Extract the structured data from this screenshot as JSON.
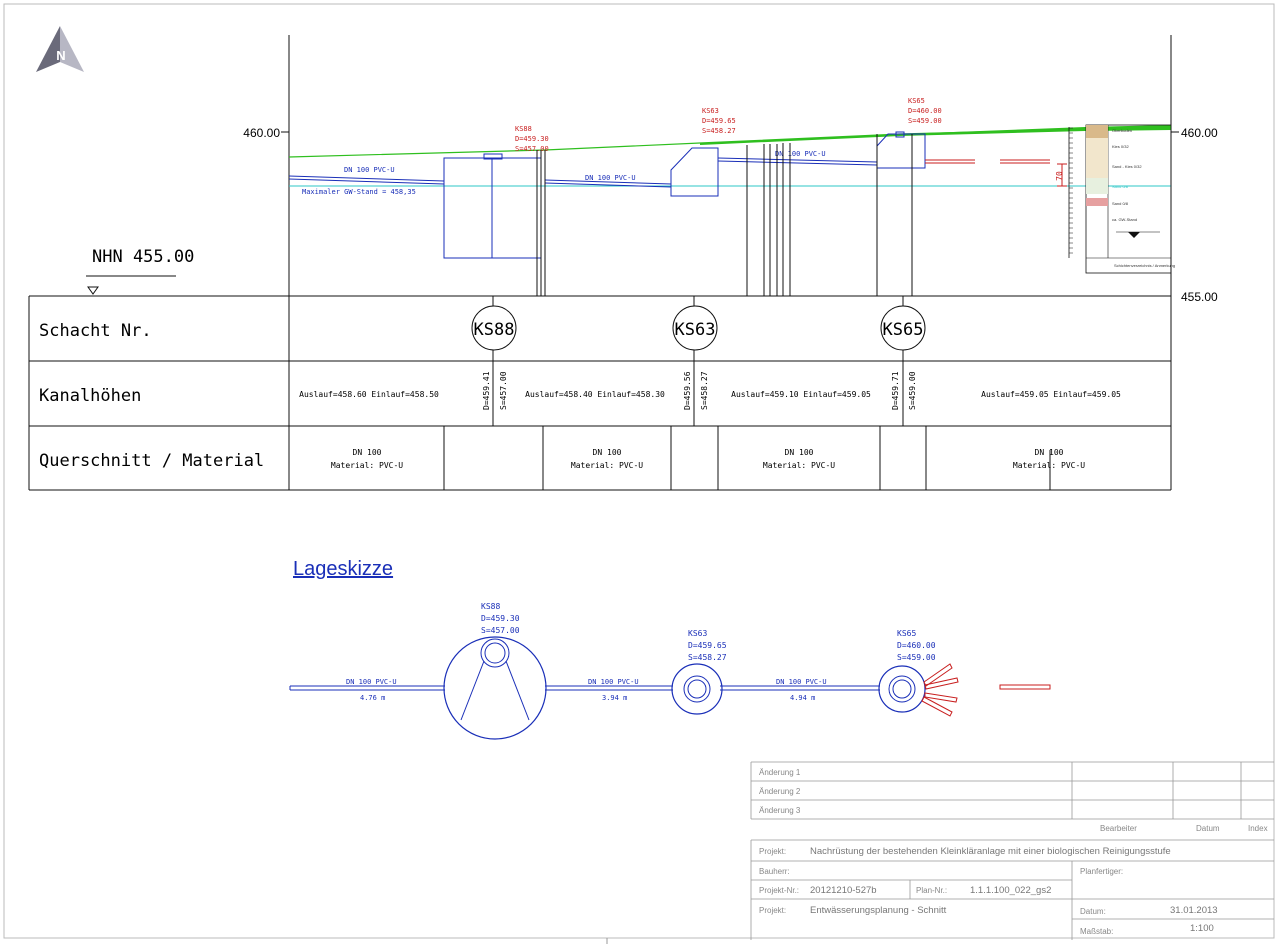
{
  "north_arrow": {
    "label": "N"
  },
  "profile": {
    "elevation_460_left": "460.00",
    "elevation_460_right": "460.00",
    "elevation_455_right": "455.00",
    "reference_level": "NHN 455.00",
    "groundwater_label": "Maximaler GW-Stand = 458,35",
    "pipe_labels": [
      "DN 100 PVC-U",
      "DN 100 PVC-U",
      "DN 100 PVC-U"
    ],
    "dimension_70": "70",
    "shafts": [
      {
        "name": "KS88",
        "d": "D=459.30",
        "s": "S=457.00"
      },
      {
        "name": "KS63",
        "d": "D=459.65",
        "s": "S=458.27"
      },
      {
        "name": "KS65",
        "d": "D=460.00",
        "s": "S=459.00"
      }
    ]
  },
  "soil_column": {
    "layers": [
      "Oberboden",
      "Kies 0/32",
      "Sand - Kies 0/32",
      "Sand 0/8",
      "Sand 0/8",
      "ca. GW-Stand",
      "Schichtenverzeichnis / Anmerkung"
    ]
  },
  "table": {
    "row_labels": [
      "Schacht Nr.",
      "Kanalhöhen",
      "Querschnitt / Material"
    ],
    "shaft_circles": [
      "KS88",
      "KS63",
      "KS65"
    ],
    "kanalhoehen": [
      "Auslauf=458.60 Einlauf=458.50",
      "Auslauf=458.40 Einlauf=458.30",
      "Auslauf=459.10 Einlauf=459.05",
      "Auslauf=459.05 Einlauf=459.05"
    ],
    "vertical_heights": [
      [
        "D=459.41",
        "S=457.00"
      ],
      [
        "D=459.56",
        "S=458.27"
      ],
      [
        "D=459.71",
        "S=459.00"
      ]
    ],
    "querschnitt": [
      {
        "dn": "DN 100",
        "material": "Material: PVC-U"
      },
      {
        "dn": "DN 100",
        "material": "Material: PVC-U"
      },
      {
        "dn": "DN 100",
        "material": "Material: PVC-U"
      },
      {
        "dn": "DN 100",
        "material": "Material: PVC-U"
      }
    ]
  },
  "lageskizze": {
    "title": "Lageskizze",
    "shafts": [
      {
        "name": "KS88",
        "d": "D=459.30",
        "s": "S=457.00"
      },
      {
        "name": "KS63",
        "d": "D=459.65",
        "s": "S=458.27"
      },
      {
        "name": "KS65",
        "d": "D=460.00",
        "s": "S=459.00"
      }
    ],
    "pipes": [
      {
        "label": "DN 100 PVC-U",
        "length": "4.76 m"
      },
      {
        "label": "DN 100 PVC-U",
        "length": "3.94 m"
      },
      {
        "label": "DN 100 PVC-U",
        "length": "4.94 m"
      }
    ]
  },
  "title_block": {
    "revisions": [
      "Änderung 1",
      "Änderung 2",
      "Änderung 3"
    ],
    "headers": {
      "bearbeiter": "Bearbeiter",
      "datum": "Datum",
      "index": "Index"
    },
    "projekt_label": "Projekt:",
    "projekt_value": "Nachrüstung der bestehenden Kleinkläranlage mit einer biologischen Reinigungsstufe",
    "bauherr_label": "Bauherr:",
    "planfertiger_label": "Planfertiger:",
    "projekt_nr_label": "Projekt-Nr.:",
    "projekt_nr_value": "20121210-527b",
    "plan_nr_label": "Plan-Nr.:",
    "plan_nr_value": "1.1.1.100_022_gs2",
    "projekt2_label": "Projekt:",
    "projekt2_value": "Entwässerungsplanung - Schnitt",
    "datum_label": "Datum:",
    "datum_value": "31.01.2013",
    "massstab_label": "Maßstab:",
    "massstab_value": "1:100"
  },
  "colors": {
    "terrain": "#2fbf1f",
    "pipe": "#1a2fb8",
    "groundwater": "#2ec7c7",
    "shaft_label": "#c81e1e",
    "line": "#111111"
  }
}
